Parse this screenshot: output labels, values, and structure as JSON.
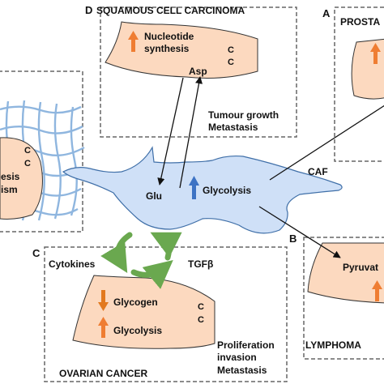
{
  "panels": {
    "D": {
      "letter": "D",
      "title": "SQUAMOUS CELL CARCINOMA",
      "line1": "Nucleotide",
      "line2": "synthesis",
      "c1": "C",
      "c2": "C",
      "metabolite": "Asp",
      "outcome1": "Tumour growth",
      "outcome2": "Metastasis"
    },
    "A": {
      "letter": "A",
      "title": "PROSTA"
    },
    "B": {
      "letter": "B",
      "metabolite": "Pyruvat",
      "title": "LYMPHOMA"
    },
    "C": {
      "letter": "C",
      "cytokines": "Cytokines",
      "tgf": "TGFβ",
      "row1": "Glycogen",
      "row2": "Glycolysis",
      "c1": "C",
      "c2": "C",
      "outcome1": "Proliferation",
      "outcome2": "invasion",
      "outcome3": "Metastasis",
      "title": "OVARIAN CANCER"
    },
    "left": {
      "c1": "C",
      "c2": "C",
      "line1": "esis",
      "line2": "ism"
    }
  },
  "caf": {
    "label": "CAF",
    "glu": "Glu",
    "glycolysis": "Glycolysis"
  },
  "colors": {
    "cell_peach": "#fcd9bf",
    "caf_blue": "#cfe0f7",
    "caf_outline": "#3f6fa8",
    "arrow_up_orange": "#ef7d32",
    "arrow_down_orange": "#e2791e",
    "arrow_up_blue": "#3d73c4",
    "cycle_green": "#6aa84f",
    "mesh_blue": "#8fb6df",
    "panel_border": "#666666"
  },
  "icons": [
    "up-arrow-icon",
    "down-arrow-icon",
    "green-cycle-arrows-icon",
    "extracellular-matrix-mesh-icon"
  ]
}
